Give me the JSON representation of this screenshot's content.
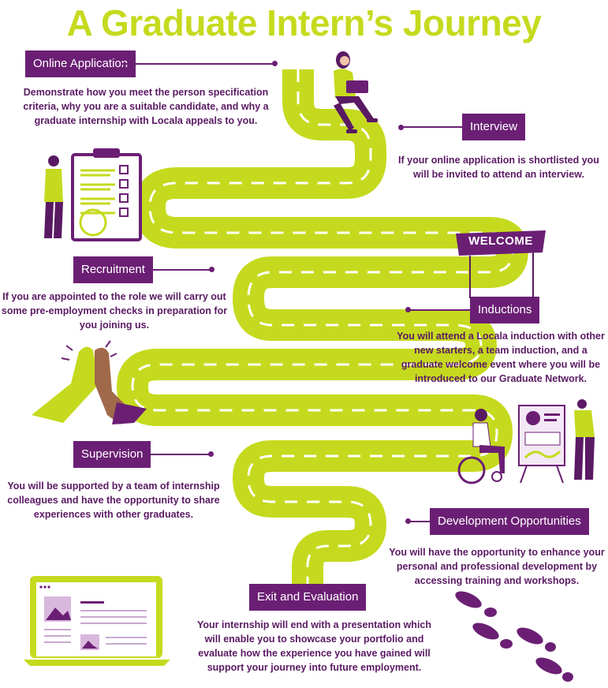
{
  "title": "A Graduate Intern’s Journey",
  "welcome_banner": "WELCOME",
  "colors": {
    "accent_green": "#c5da1e",
    "brand_purple": "#6b1f74",
    "text_purple": "#5a1a63"
  },
  "steps": [
    {
      "label": "Online Application",
      "description": "Demonstrate how you meet the person specification criteria, why you are a suitable candidate, and why a graduate internship with Locala appeals to you."
    },
    {
      "label": "Interview",
      "description": "If your online application is shortlisted you will be invited to attend an interview."
    },
    {
      "label": "Recruitment",
      "description": "If you are appointed to the role we will carry out some pre-employment checks in preparation for you joining us."
    },
    {
      "label": "Inductions",
      "description": "You will attend a Locala induction with other new starters, a team induction, and a graduate welcome event where you will be introduced to our Graduate Network."
    },
    {
      "label": "Supervision",
      "description": "You will be supported by a team of internship colleagues and have the opportunity to share experiences with other graduates."
    },
    {
      "label": "Development Opportunities",
      "description": "You will have the opportunity to enhance your personal and professional development by accessing training and workshops."
    },
    {
      "label": "Exit and Evaluation",
      "description": "Your internship will end with a presentation which will enable you to showcase your portfolio and evaluate how the experience you have gained will support your journey into future employment."
    }
  ]
}
